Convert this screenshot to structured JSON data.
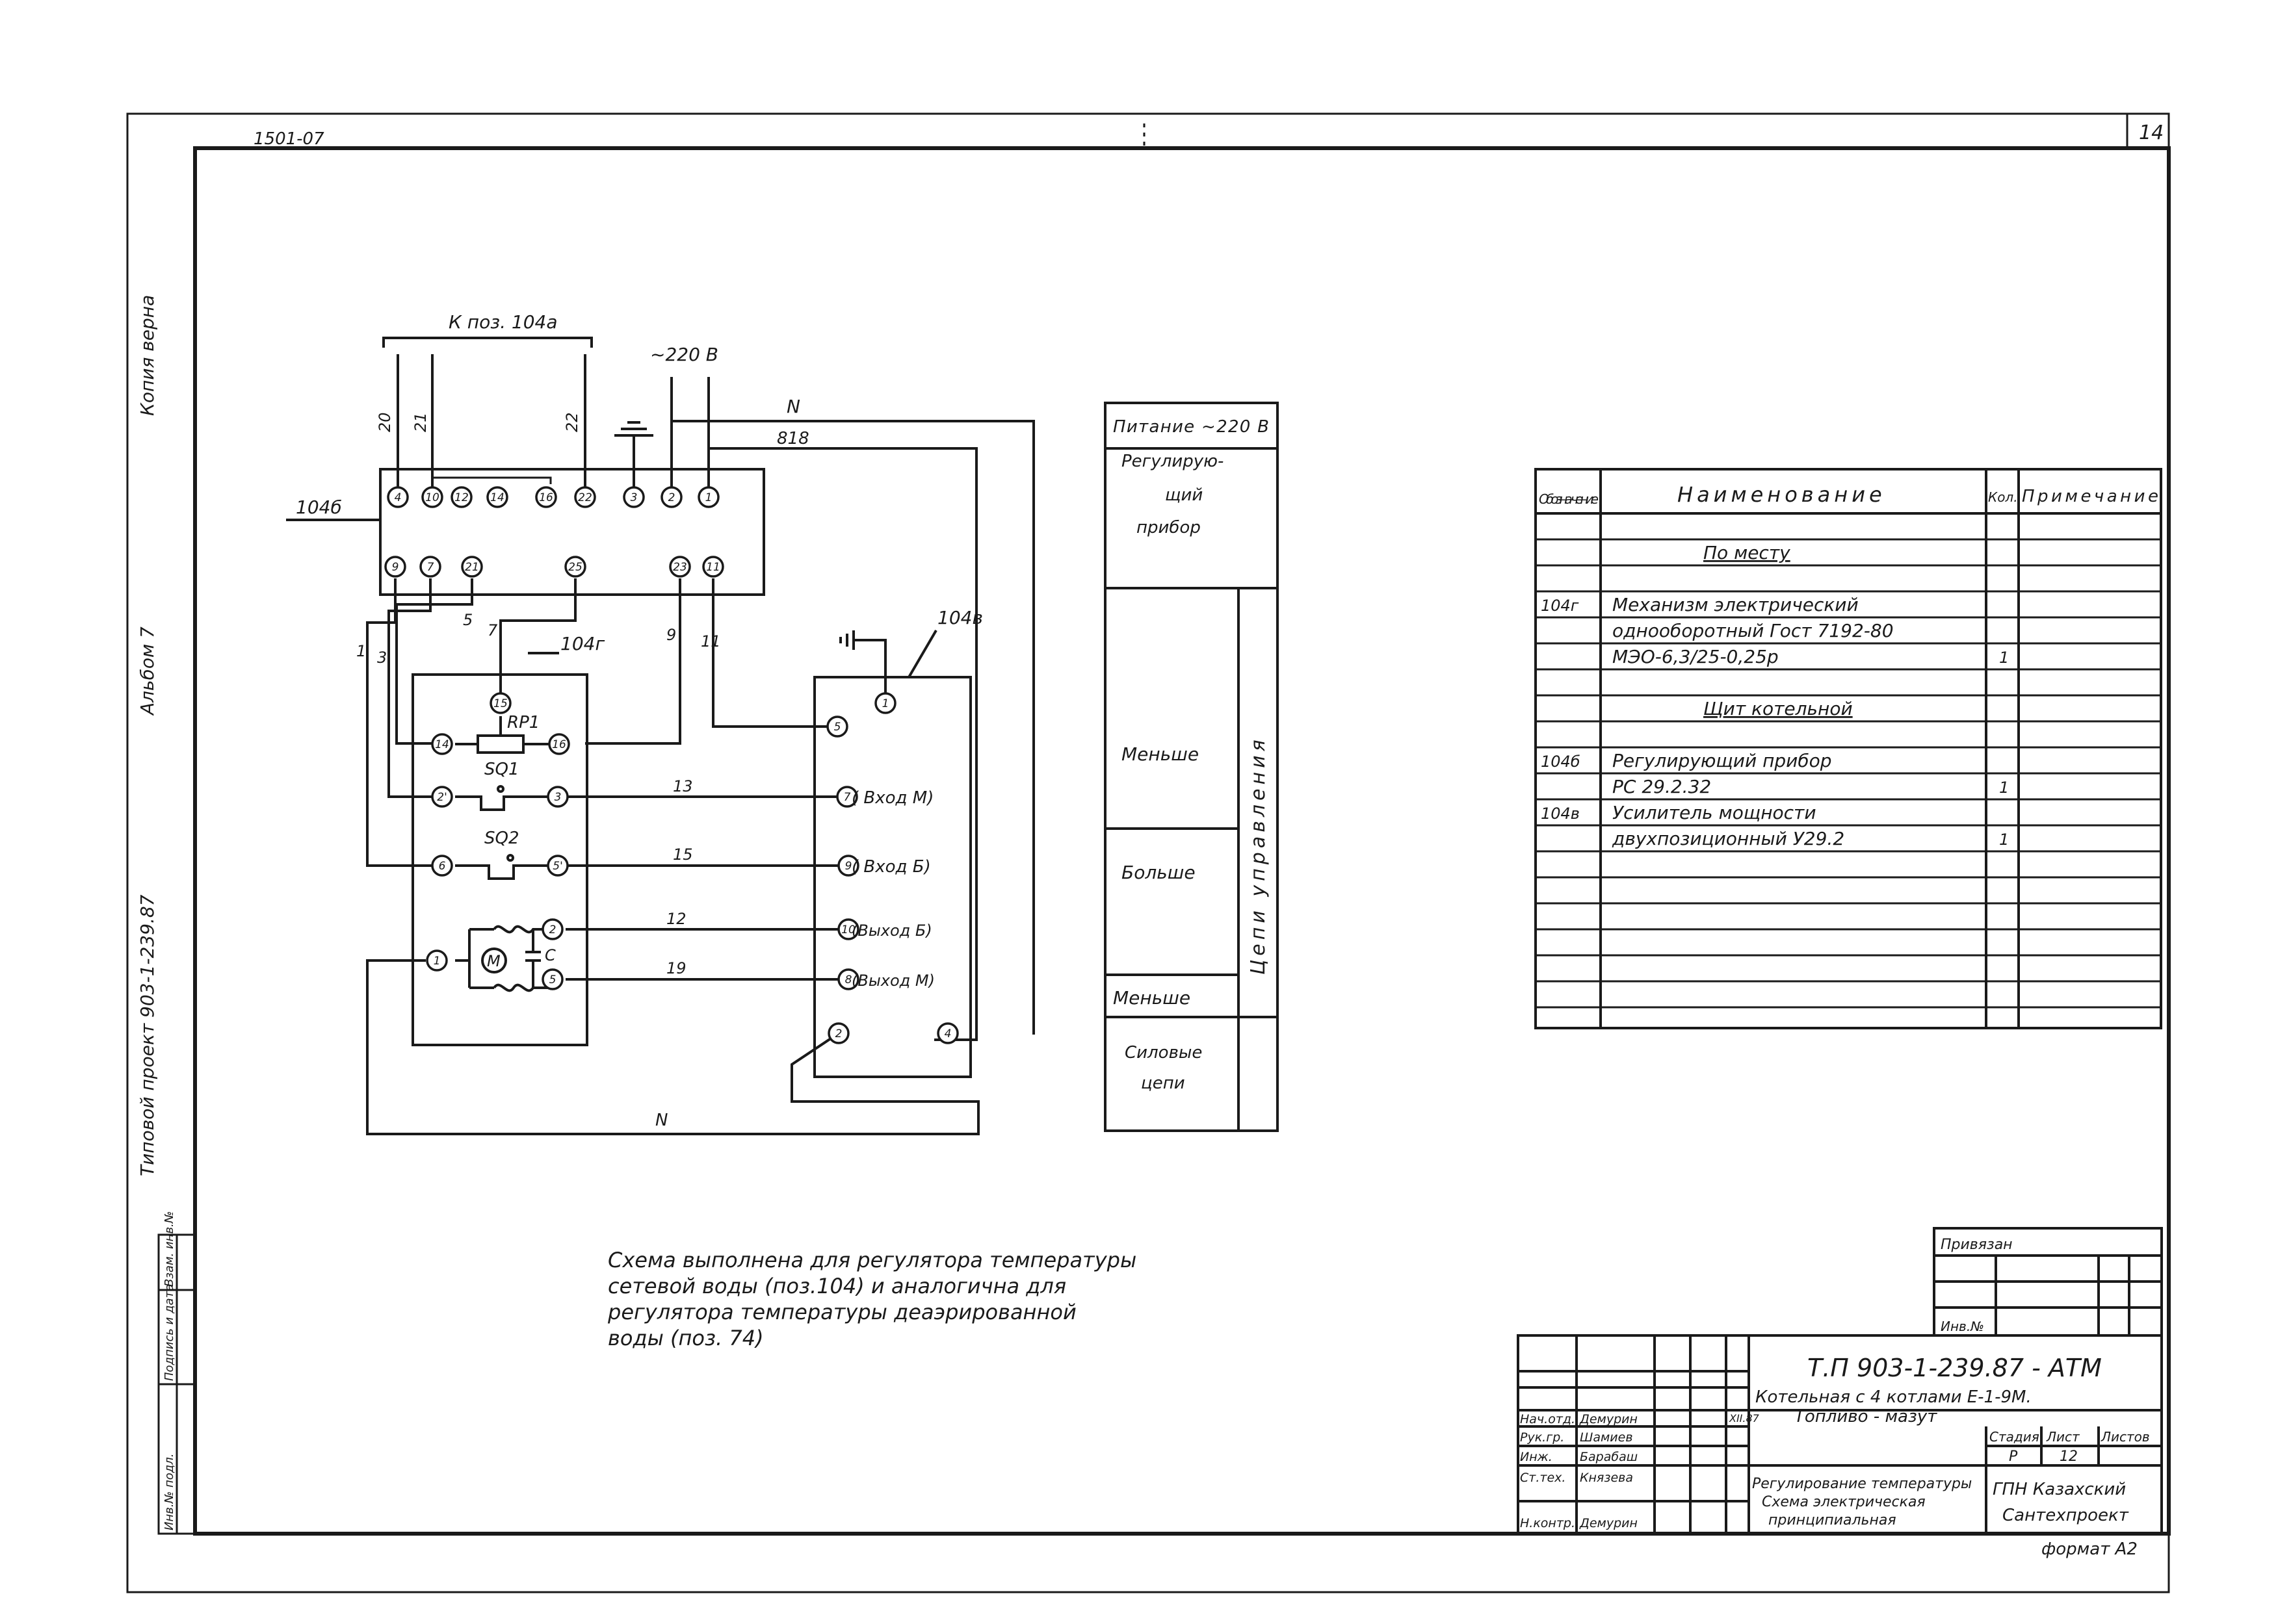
{
  "sheet": {
    "top_code": "1501-07",
    "sheet_number": "14",
    "format": "формат А2"
  },
  "margin": {
    "copy_verified": "Копия верна",
    "project": "Типовой проект 903-1-239.87",
    "album": "Альбом 7",
    "stamp_cells": [
      "Инв.№ подл.",
      "Подпись и дата",
      "Взам. инв.№"
    ]
  },
  "schematic": {
    "label_to_pos": "К поз. 104а",
    "label_supply": "~220 В",
    "label_n": "N",
    "label_818": "818",
    "label_104b": "104б",
    "label_104v": "104в",
    "label_104g": "104г",
    "rp_label": "RP1",
    "sq1_label": "SQ1",
    "sq2_label": "SQ2",
    "motor_label": "M",
    "cap_label": "C",
    "regulator_top_terminals": [
      "4",
      "10",
      "12",
      "14",
      "16",
      "22",
      "3",
      "2",
      "1"
    ],
    "regulator_bottom_terminals": [
      "9",
      "7",
      "21",
      "25",
      "23",
      "11"
    ],
    "top_wire_labels": [
      "20",
      "21",
      "22"
    ],
    "left_wire_labels": [
      "1",
      "3",
      "5",
      "7",
      "9",
      "11"
    ],
    "amp_terminals": {
      "t1": "1",
      "t5": "5",
      "t7": "7",
      "t9": "9",
      "t10": "10",
      "t8": "8",
      "t2": "2",
      "t4": "4"
    },
    "amp_labels": [
      "( Вход М)",
      "( Вход Б)",
      "(Выход Б)",
      "(Выход М)"
    ],
    "mech_terminals": {
      "t15": "15",
      "t14": "14",
      "t16": "16",
      "t2p": "2'",
      "t3": "3",
      "t6": "6",
      "t5p": "5'",
      "t1": "1",
      "t2": "2",
      "t5": "5"
    },
    "wire_labels_mid": [
      "13",
      "15",
      "12",
      "19"
    ]
  },
  "legend": {
    "power": "Питание ~220 В",
    "regulator_1": "Регулирую-",
    "regulator_2": "щий",
    "regulator_3": "прибор",
    "less": "Меньше",
    "more": "Больше",
    "less_2": "Меньше",
    "control_circuits": "Цепи управления",
    "power_circuits_1": "Силовые",
    "power_circuits_2": "цепи"
  },
  "spec_table": {
    "headers": [
      "Обозна-чение",
      "Наименование",
      "Кол.",
      "Примечание"
    ],
    "rows": [
      {
        "pos": "",
        "name": "По месту",
        "qty": "",
        "note": "",
        "section": true
      },
      {
        "pos": "104г",
        "name": "Механизм электрический",
        "qty": "",
        "note": ""
      },
      {
        "pos": "",
        "name": "однооборотный Гост 7192-80",
        "qty": "",
        "note": ""
      },
      {
        "pos": "",
        "name": "МЭО-6,3/25-0,25р",
        "qty": "1",
        "note": ""
      },
      {
        "pos": "",
        "name": "Щит котельной",
        "qty": "",
        "note": "",
        "section": true
      },
      {
        "pos": "104б",
        "name": "Регулирующий прибор",
        "qty": "",
        "note": ""
      },
      {
        "pos": "",
        "name": "РС 29.2.32",
        "qty": "1",
        "note": ""
      },
      {
        "pos": "104в",
        "name": "Усилитель мощности",
        "qty": "",
        "note": ""
      },
      {
        "pos": "",
        "name": "двухпозиционный У29.2",
        "qty": "1",
        "note": ""
      }
    ]
  },
  "note": {
    "lines": [
      "Схема выполнена для регулятора температуры",
      "сетевой воды (поз.104) и аналогична для",
      "регулятора температуры деаэрированной",
      "воды (поз. 74)"
    ]
  },
  "title_block": {
    "bound_label": "Привязан",
    "inv_label": "Инв.№",
    "doc_code": "Т.П 903-1-239.87 - АТМ",
    "object_1": "Котельная с 4 котлами Е-1-9М.",
    "object_2": "Топливо - мазут",
    "title_1": "Регулирование температуры",
    "title_2": "Схема электрическая",
    "title_3": "принципиальная",
    "stage_h": "Стадия",
    "sheet_h": "Лист",
    "sheets_h": "Листов",
    "stage": "Р",
    "sheet": "12",
    "org_1": "ГПН Казахский",
    "org_2": "Сантехпроект",
    "people": [
      {
        "role": "Нач.отд.",
        "name": "Демурин"
      },
      {
        "role": "Рук.гр.",
        "name": "Шамиев"
      },
      {
        "role": "Инж.",
        "name": "Барабаш"
      },
      {
        "role": "Ст.тех.",
        "name": "Князева"
      },
      {
        "role": "Н.контр.",
        "name": "Демурин"
      }
    ],
    "date_mark": "ХII.87"
  }
}
